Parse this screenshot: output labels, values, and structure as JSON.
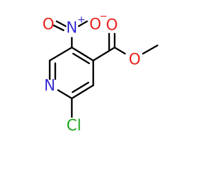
{
  "molecule": {
    "atoms": {
      "nitro_o1": {
        "label": "O",
        "color": "#e8211d"
      },
      "nitro_n": {
        "label": "N",
        "color": "#3a32d4"
      },
      "nitro_charge_plus": {
        "label": "+",
        "color": "#3a32d4"
      },
      "nitro_o2": {
        "label": "O",
        "color": "#e8211d"
      },
      "nitro_charge_minus": {
        "label": "−",
        "color": "#e8211d"
      },
      "ring_n": {
        "label": "N",
        "color": "#3a32d4"
      },
      "cl": {
        "label": "Cl",
        "color": "#1ea51e"
      },
      "ester_o_carbonyl": {
        "label": "O",
        "color": "#e8211d"
      },
      "ester_o_ether": {
        "label": "O",
        "color": "#e8211d"
      }
    },
    "bond_color": "#000000"
  }
}
